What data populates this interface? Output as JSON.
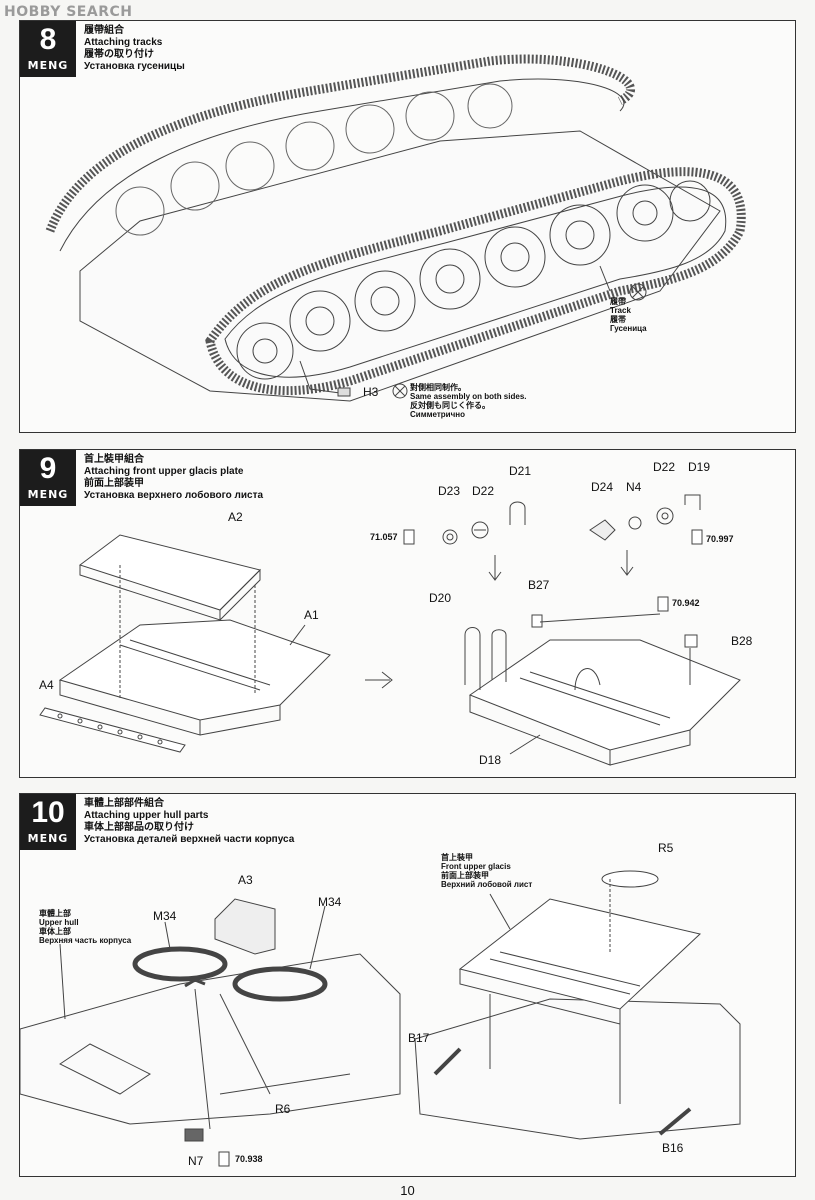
{
  "watermark": "HOBBY SEARCH",
  "page_number": "10",
  "steps": [
    {
      "number": "8",
      "brand": "MENG",
      "title_cn": "履帶組合",
      "title_en": "Attaching tracks",
      "title_jp": "履帯の取り付け",
      "title_ru": "Установка гусеницы",
      "labels": {
        "h3": "H3"
      },
      "track_note": {
        "cn": "履帶",
        "en": "Track",
        "jp": "履帯",
        "ru": "Гусеница"
      },
      "sym_note": {
        "cn": "對側相同制作。",
        "en": "Same assembly on both sides.",
        "jp": "反対側も同じく作る。",
        "ru": "Симметрично"
      }
    },
    {
      "number": "9",
      "brand": "MENG",
      "title_cn": "首上裝甲組合",
      "title_en": "Attaching front upper glacis plate",
      "title_jp": "前面上部装甲",
      "title_ru": "Установка верхнего лобового листа",
      "labels": {
        "a2": "A2",
        "a1": "A1",
        "a4": "A4",
        "d23": "D23",
        "d22a": "D22",
        "d21": "D21",
        "d24": "D24",
        "n4": "N4",
        "d22b": "D22",
        "d19": "D19",
        "d20": "D20",
        "b27": "B27",
        "b28": "B28",
        "d18": "D18"
      },
      "paints": {
        "p1": "71.057",
        "p2": "70.997",
        "p3": "70.942"
      }
    },
    {
      "number": "10",
      "brand": "MENG",
      "title_cn": "車體上部部件組合",
      "title_en": "Attaching upper hull parts",
      "title_jp": "車体上部部品の取り付け",
      "title_ru": "Установка деталей верхней части корпуса",
      "labels": {
        "a3": "A3",
        "m34a": "M34",
        "m34b": "M34",
        "r6": "R6",
        "n7": "N7",
        "r5": "R5",
        "b17": "B17",
        "b16": "B16"
      },
      "paints": {
        "p1": "70.938"
      },
      "upper_hull": {
        "cn": "車體上部",
        "en": "Upper hull",
        "jp": "車体上部",
        "ru": "Верхняя часть корпуса"
      },
      "glacis": {
        "cn": "首上裝甲",
        "en": "Front upper glacis",
        "jp": "前面上部装甲",
        "ru": "Верхний лобовой лист"
      }
    }
  ]
}
